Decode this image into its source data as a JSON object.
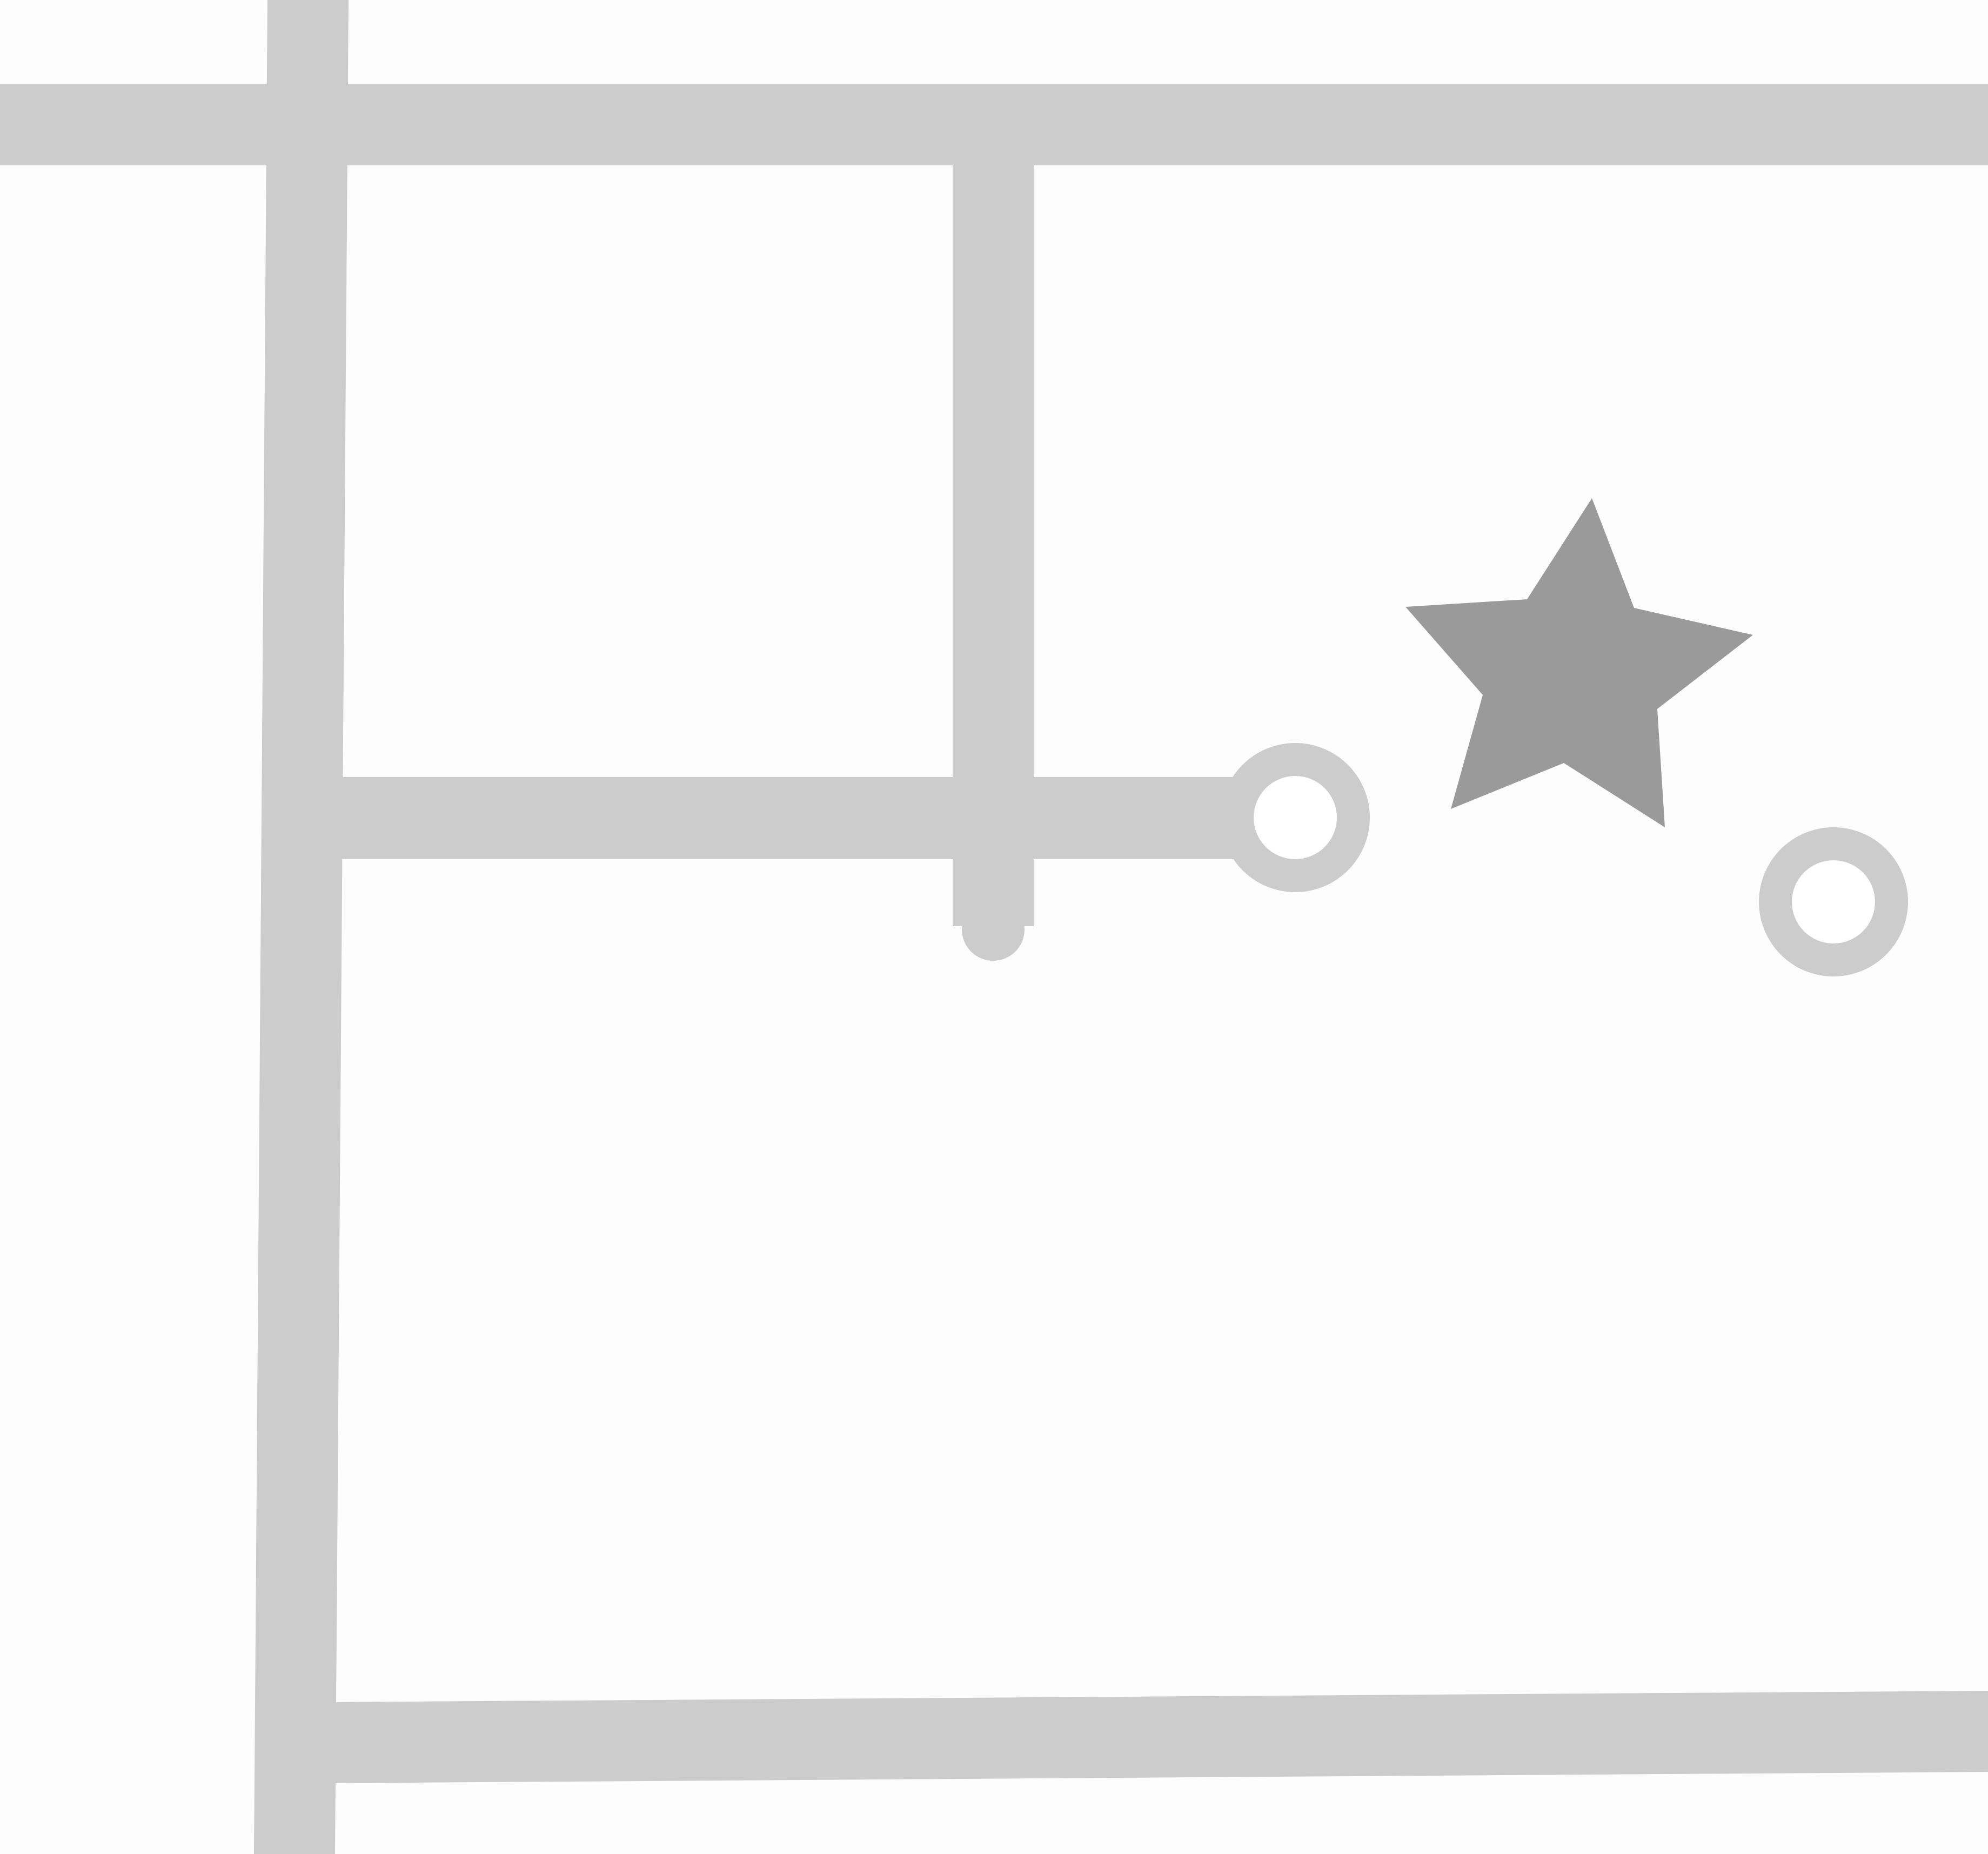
{
  "map": {
    "background_color": "#fdfdfd",
    "road_color": "#cccccc",
    "marker_color": "#9a9a9a",
    "ring_fill_color": "#ffffff",
    "roads": [
      {
        "id": "road-top-horizontal",
        "kind": "straight"
      },
      {
        "id": "road-left-vertical",
        "kind": "straight"
      },
      {
        "id": "road-middle-vertical",
        "kind": "dead-end"
      },
      {
        "id": "road-middle-horizontal",
        "kind": "ends-at-ring"
      },
      {
        "id": "road-bottom-horizontal",
        "kind": "straight"
      }
    ],
    "markers": [
      {
        "id": "road-end-ring",
        "icon": "ring-icon"
      },
      {
        "id": "star-marker",
        "icon": "star-icon"
      },
      {
        "id": "standalone-ring",
        "icon": "ring-icon"
      },
      {
        "id": "dead-end-cap",
        "icon": "round-cap-icon"
      }
    ]
  }
}
